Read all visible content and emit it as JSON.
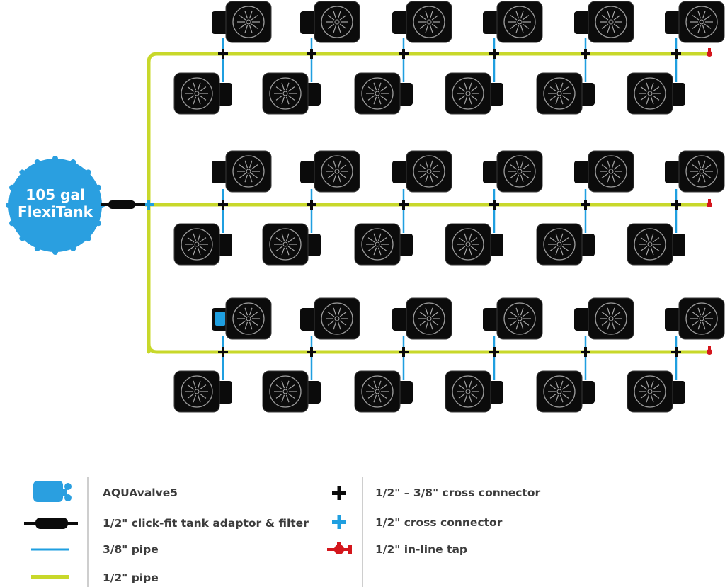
{
  "tank": {
    "line1": "105 gal",
    "line2": "FlexiTank"
  },
  "legend": {
    "left": [
      {
        "icon": "aquavalve-icon",
        "label": "AQUAvalve5"
      },
      {
        "icon": "tank-adaptor-filter-icon",
        "label": "1/2\" click-fit tank adaptor & filter"
      },
      {
        "icon": "pipe-3-8-icon",
        "label": "3/8\" pipe"
      },
      {
        "icon": "pipe-1-2-icon",
        "label": "1/2\" pipe"
      }
    ],
    "right": [
      {
        "icon": "cross-connector-1-2-3-8-icon",
        "label": "1/2\" – 3/8\" cross connector"
      },
      {
        "icon": "cross-connector-1-2-icon",
        "label": "1/2\" cross connector"
      },
      {
        "icon": "inline-tap-icon",
        "label": "1/2\" in-line tap"
      }
    ]
  },
  "system": {
    "rows": 3,
    "branches_per_row": 6,
    "pots_per_row": 12,
    "total_pots": 36
  },
  "colors": {
    "pipe_half": "#c8d82a",
    "pipe_three_eighths": "#1f9fe0",
    "tank": "#2a9fe0",
    "pot": "#0b0b0b",
    "tap": "#d4161c",
    "text": "#3c3c3c"
  }
}
